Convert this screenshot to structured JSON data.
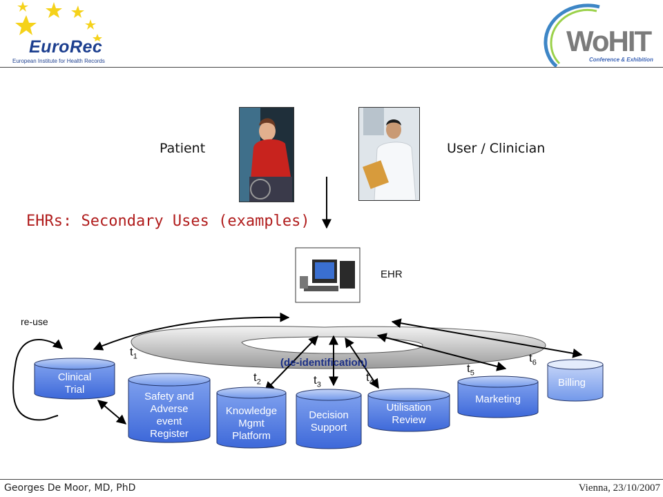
{
  "header": {
    "left_logo": {
      "name": "EuroRec",
      "tagline": "European Institute for Health Records"
    },
    "right_logo": {
      "name": "WoHIT",
      "tagline": "Conference & Exhibition"
    }
  },
  "title": "EHRs: Secondary Uses (examples)",
  "labels": {
    "patient": "Patient",
    "clinician": "User / Clinician",
    "ehr": "EHR",
    "reuse": "re-use",
    "deidentification": "(de-identification)"
  },
  "time_labels": [
    {
      "t": "t",
      "n": "1"
    },
    {
      "t": "t",
      "n": "2"
    },
    {
      "t": "t",
      "n": "3"
    },
    {
      "t": "t",
      "n": "4"
    },
    {
      "t": "t",
      "n": "5"
    },
    {
      "t": "t",
      "n": "6"
    }
  ],
  "databases": [
    {
      "label": "Clinical\nTrial"
    },
    {
      "label": "Safety and\nAdverse\nevent\nRegister"
    },
    {
      "label": "Knowledge\nMgmt\nPlatform"
    },
    {
      "label": "Decision\nSupport"
    },
    {
      "label": "Utilisation\nReview"
    },
    {
      "label": "Marketing"
    },
    {
      "label": "Billing"
    }
  ],
  "colors": {
    "title": "#b01c1c",
    "cylinder_top": "#b9cdf6",
    "cylinder_body": "#4d79e3",
    "deid": "#1b2f86"
  },
  "footer": {
    "author": "Georges De Moor, MD, PhD",
    "place_date": "Vienna, 23/10/2007"
  }
}
